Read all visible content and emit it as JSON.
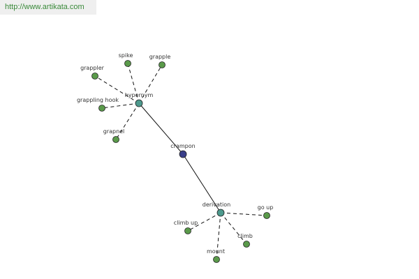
{
  "header": {
    "url": "http://www.artikata.com"
  },
  "colors": {
    "leaf": "#5a9a4a",
    "hub": "#4e9a8e",
    "center": "#3a3f8a",
    "node_stroke": "#222222"
  },
  "graph": {
    "center": {
      "id": "crampon",
      "label": "crampon",
      "kind": "center"
    },
    "hubs": [
      {
        "id": "hypernym",
        "label": "hypernym",
        "kind": "hub"
      },
      {
        "id": "derivation",
        "label": "derivation",
        "kind": "hub"
      }
    ],
    "leaves": [
      {
        "id": "spike",
        "label": "spike",
        "parent": "hypernym"
      },
      {
        "id": "grapple",
        "label": "grapple",
        "parent": "hypernym"
      },
      {
        "id": "grappler",
        "label": "grappler",
        "parent": "hypernym"
      },
      {
        "id": "grappling-hook",
        "label": "grappling hook",
        "parent": "hypernym"
      },
      {
        "id": "grapnel",
        "label": "grapnel",
        "parent": "hypernym"
      },
      {
        "id": "go-up",
        "label": "go up",
        "parent": "derivation"
      },
      {
        "id": "climb-up",
        "label": "climb up",
        "parent": "derivation"
      },
      {
        "id": "climb",
        "label": "climb",
        "parent": "derivation"
      },
      {
        "id": "mount",
        "label": "mount",
        "parent": "derivation"
      }
    ]
  }
}
